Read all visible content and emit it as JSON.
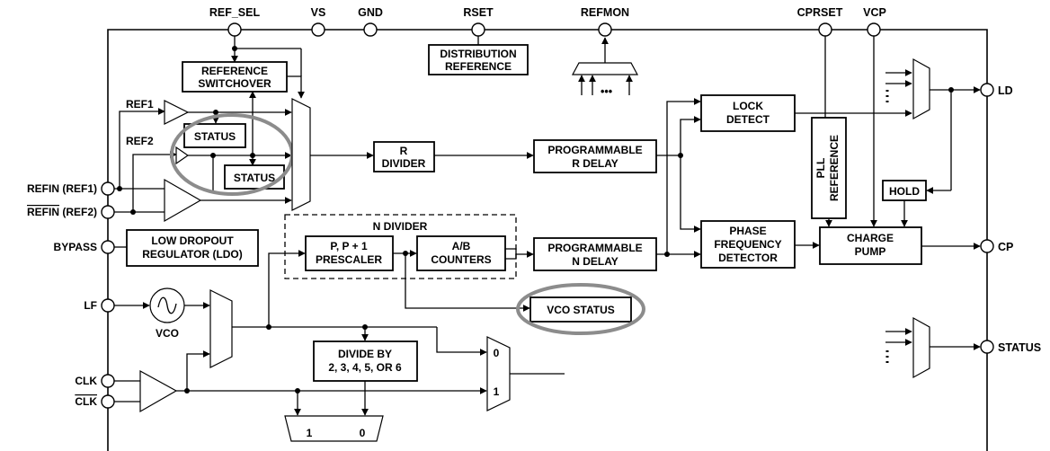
{
  "top_pins": {
    "ref_sel": "REF_SEL",
    "vs": "VS",
    "gnd": "GND",
    "rset": "RSET",
    "refmon": "REFMON",
    "cprset": "CPRSET",
    "vcp": "VCP"
  },
  "left_pins": {
    "refin": "REFIN (REF1)",
    "refin_bar_prefix": "REFIN",
    "refin_bar_suffix": " (REF2)",
    "bypass": "BYPASS",
    "lf": "LF",
    "clk": "CLK",
    "clk_bar": "CLK"
  },
  "right_pins": {
    "ld": "LD",
    "cp": "CP",
    "status": "STATUS"
  },
  "blocks": {
    "distribution_reference": [
      "DISTRIBUTION",
      "REFERENCE"
    ],
    "reference_switchover": [
      "REFERENCE",
      "SWITCHOVER"
    ],
    "status_1": "STATUS",
    "status_2": "STATUS",
    "ref1_label": "REF1",
    "ref2_label": "REF2",
    "r_divider": [
      "R",
      "DIVIDER"
    ],
    "programmable_r_delay": [
      "PROGRAMMABLE",
      "R DELAY"
    ],
    "lock_detect": [
      "LOCK",
      "DETECT"
    ],
    "pll_reference": [
      "PLL",
      "REFERENCE"
    ],
    "hold": "HOLD",
    "n_divider_title": "N DIVIDER",
    "prescaler": [
      "P, P + 1",
      "PRESCALER"
    ],
    "ab_counters": [
      "A/B",
      "COUNTERS"
    ],
    "programmable_n_delay": [
      "PROGRAMMABLE",
      "N DELAY"
    ],
    "phase_frequency_detector": [
      "PHASE",
      "FREQUENCY",
      "DETECTOR"
    ],
    "charge_pump": [
      "CHARGE",
      "PUMP"
    ],
    "ldo": [
      "LOW DROPOUT",
      "REGULATOR (LDO)"
    ],
    "vco_label": "VCO",
    "vco_status": "VCO STATUS",
    "divide_by": [
      "DIVIDE BY",
      "2, 3, 4, 5, OR 6"
    ],
    "mux_input_0": "0",
    "mux_input_1": "1",
    "bottom_mux_1": "1",
    "bottom_mux_0": "0",
    "refmon_dots": "•••"
  },
  "colors": {
    "line": "#000000",
    "highlight": "#8c8c8c",
    "background": "#ffffff"
  }
}
